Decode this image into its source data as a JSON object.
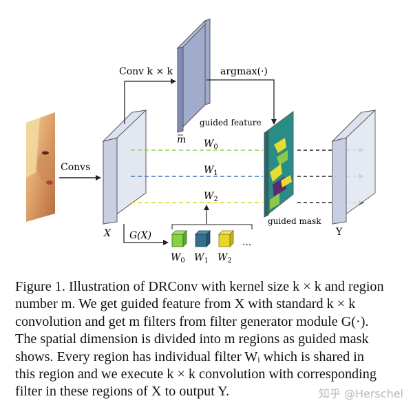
{
  "figure": {
    "convs_label": "Convs",
    "x_label": "X",
    "conv_label": "Conv k × k",
    "m_label": "m",
    "guided_feature_label": "guided feature",
    "argmax_label": "argmax(·)",
    "w0": "W",
    "w0_sub": "0",
    "w1": "W",
    "w1_sub": "1",
    "w2": "W",
    "w2_sub": "2",
    "gx_label": "G(X)",
    "guided_mask_label": "guided mask",
    "y_label": "Y",
    "ellipsis": "...",
    "filters": [
      {
        "name": "W",
        "sub": "0",
        "color": "#84d33f"
      },
      {
        "name": "W",
        "sub": "1",
        "color": "#336f8c"
      },
      {
        "name": "W",
        "sub": "2",
        "color": "#e7d52a"
      }
    ],
    "colors": {
      "line_w0": "#8fd34a",
      "line_w1": "#3f77b8",
      "line_w2": "#d8d82a",
      "block": "#cdd3e4",
      "feature": "#9aa6c6",
      "mask_teal": "#2a8c86",
      "mask_yellow": "#e4dd34"
    }
  },
  "caption": {
    "lines": [
      "Figure 1. Illustration of DRConv with kernel size k × k and region",
      "number m.  We get guided feature from X with standard k × k",
      "convolution and get m filters from filter generator module G(·).",
      "The spatial dimension is divided into m regions as guided mask",
      "shows.  Every region has individual filter Wᵢ which is shared in",
      "this region and we execute k × k convolution with corresponding",
      "filter in these regions of X to output Y."
    ]
  },
  "watermark": "知乎 @Herschel"
}
